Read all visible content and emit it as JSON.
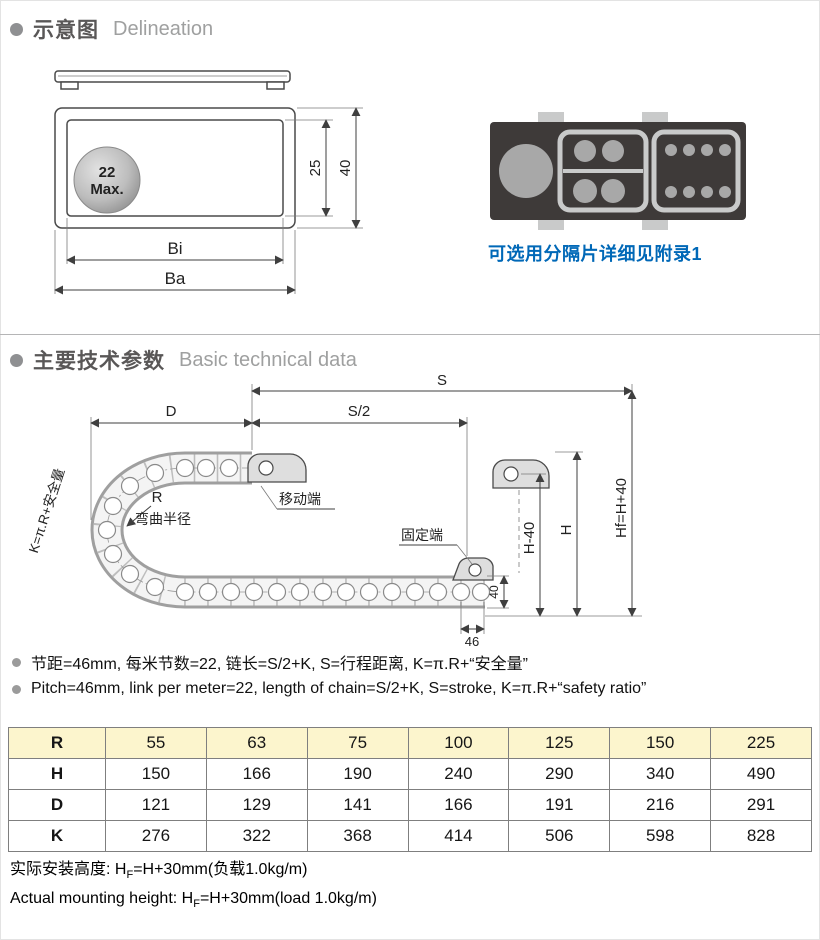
{
  "colors": {
    "accent_blue": "#0068b7",
    "section_title": "#595757",
    "section_subtitle": "#9fa0a0",
    "table_header_bg": "#fcf5cd",
    "panel_dark": "#3e3a39"
  },
  "section_delineation": {
    "title_cn": "示意图",
    "title_en": "Delineation",
    "drawing": {
      "ball_value": "22",
      "ball_unit": "Max.",
      "inner_height": "25",
      "outer_height": "40",
      "inner_width": "Bi",
      "outer_width": "Ba"
    },
    "separator_caption": "可选用分隔片详细见附录1"
  },
  "section_technical": {
    "title_cn": "主要技术参数",
    "title_en": "Basic technical data",
    "drawing": {
      "stroke": "S",
      "half_stroke": "S/2",
      "d": "D",
      "radius": "R",
      "bend_radius_label": "弯曲半径",
      "moving_end_label": "移动端",
      "fixed_end_label": "固定端",
      "h_minus_40": "H-40",
      "h": "H",
      "hf": "Hf=H+40",
      "pin_height": "40",
      "pitch": "46",
      "k_formula": "K=π.R+安全量"
    },
    "note_cn": "节距=46mm, 每米节数=22, 链长=S/2+K, S=行程距离, K=π.R+“安全量”",
    "note_en": "Pitch=46mm, link per meter=22, length of chain=S/2+K, S=stroke, K=π.R+“safety ratio”"
  },
  "table": {
    "rows": [
      {
        "label": "R",
        "values": [
          "55",
          "63",
          "75",
          "100",
          "125",
          "150",
          "225"
        ]
      },
      {
        "label": "H",
        "values": [
          "150",
          "166",
          "190",
          "240",
          "290",
          "340",
          "490"
        ]
      },
      {
        "label": "D",
        "values": [
          "121",
          "129",
          "141",
          "166",
          "191",
          "216",
          "291"
        ]
      },
      {
        "label": "K",
        "values": [
          "276",
          "322",
          "368",
          "414",
          "506",
          "598",
          "828"
        ]
      }
    ]
  },
  "footer": {
    "cn_prefix": "实际安装高度: H",
    "cn_sub": "F",
    "cn_suffix": "=H+30mm(负载1.0kg/m)",
    "en_prefix": "Actual mounting height: H",
    "en_sub": "F",
    "en_suffix": "=H+30mm(load 1.0kg/m)"
  }
}
